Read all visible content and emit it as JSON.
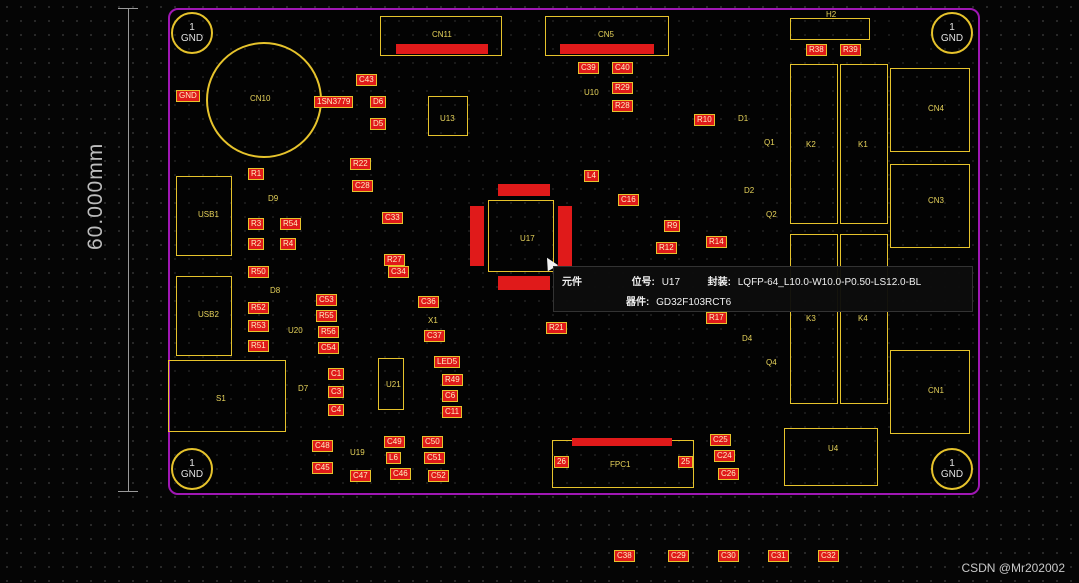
{
  "dimension": {
    "label": "60.000mm"
  },
  "mounting_holes": [
    {
      "num": "1",
      "net": "GND"
    },
    {
      "num": "1",
      "net": "GND"
    },
    {
      "num": "1",
      "net": "GND"
    },
    {
      "num": "1",
      "net": "GND"
    }
  ],
  "designators": {
    "cn11": "CN11",
    "cn5": "CN5",
    "cn10": "CN10",
    "gnd_label": "GND",
    "ssn": "1SN3779",
    "c43": "C43",
    "d6": "D6",
    "d5": "D5",
    "u13": "U13",
    "c39": "C39",
    "c40": "C40",
    "r29": "R29",
    "r28": "R28",
    "u10": "U10",
    "r38": "R38",
    "r39": "R39",
    "h2": "H2",
    "r10": "R10",
    "d1": "D1",
    "q1": "Q1",
    "k2": "K2",
    "k1": "K1",
    "cn4": "CN4",
    "cn3": "CN3",
    "r22": "R22",
    "c28": "C28",
    "r1": "R1",
    "d9": "D9",
    "usb1": "USB1",
    "r3": "R3",
    "r54": "R54",
    "r2": "R2",
    "r4": "R4",
    "c33": "C33",
    "r27": "R27",
    "c34": "C34",
    "u17": "U17",
    "l4": "L4",
    "c16": "C16",
    "d2": "D2",
    "q2": "Q2",
    "r9": "R9",
    "r12": "R12",
    "r14": "R14",
    "r50": "R50",
    "d8": "D8",
    "usb2": "USB2",
    "r52": "R52",
    "r53": "R53",
    "r51": "R51",
    "u20": "U20",
    "c53": "C53",
    "r55": "R55",
    "r56": "R56",
    "c54": "C54",
    "c36": "C36",
    "x1": "X1",
    "c37": "C37",
    "r21": "R21",
    "r17": "R17",
    "d4": "D4",
    "q4": "Q4",
    "k3": "K3",
    "k4": "K4",
    "cn1": "CN1",
    "d7": "D7",
    "c1": "C1",
    "c3": "C3",
    "c4": "C4",
    "u21": "U21",
    "led5": "LED5",
    "r49": "R49",
    "c6": "C6",
    "c11": "C11",
    "fpc1": "FPC1",
    "c48": "C48",
    "c45": "C45",
    "u19": "U19",
    "c49": "C49",
    "l6": "L6",
    "c46": "C46",
    "c47": "C47",
    "c50": "C50",
    "c51": "C51",
    "c52": "C52",
    "c25": "C25",
    "c24": "C24",
    "c26": "C26",
    "u4": "U4",
    "pin26": "26",
    "pin25": "25",
    "s1": "S1",
    "c38": "C38",
    "c29": "C29",
    "c30": "C30",
    "c31": "C31",
    "c32": "C32"
  },
  "tooltip": {
    "component_label": "元件",
    "refdes_label": "位号:",
    "refdes_value": "U17",
    "package_label": "封装:",
    "package_value": "LQFP-64_L10.0-W10.0-P0.50-LS12.0-BL",
    "device_label": "器件:",
    "device_value": "GD32F103RCT6"
  },
  "watermark": "CSDN @Mr202002",
  "colors": {
    "silkscreen": "#e6c32c",
    "pad": "#e01a1a",
    "outline": "#a017b4",
    "background": "#050505"
  }
}
